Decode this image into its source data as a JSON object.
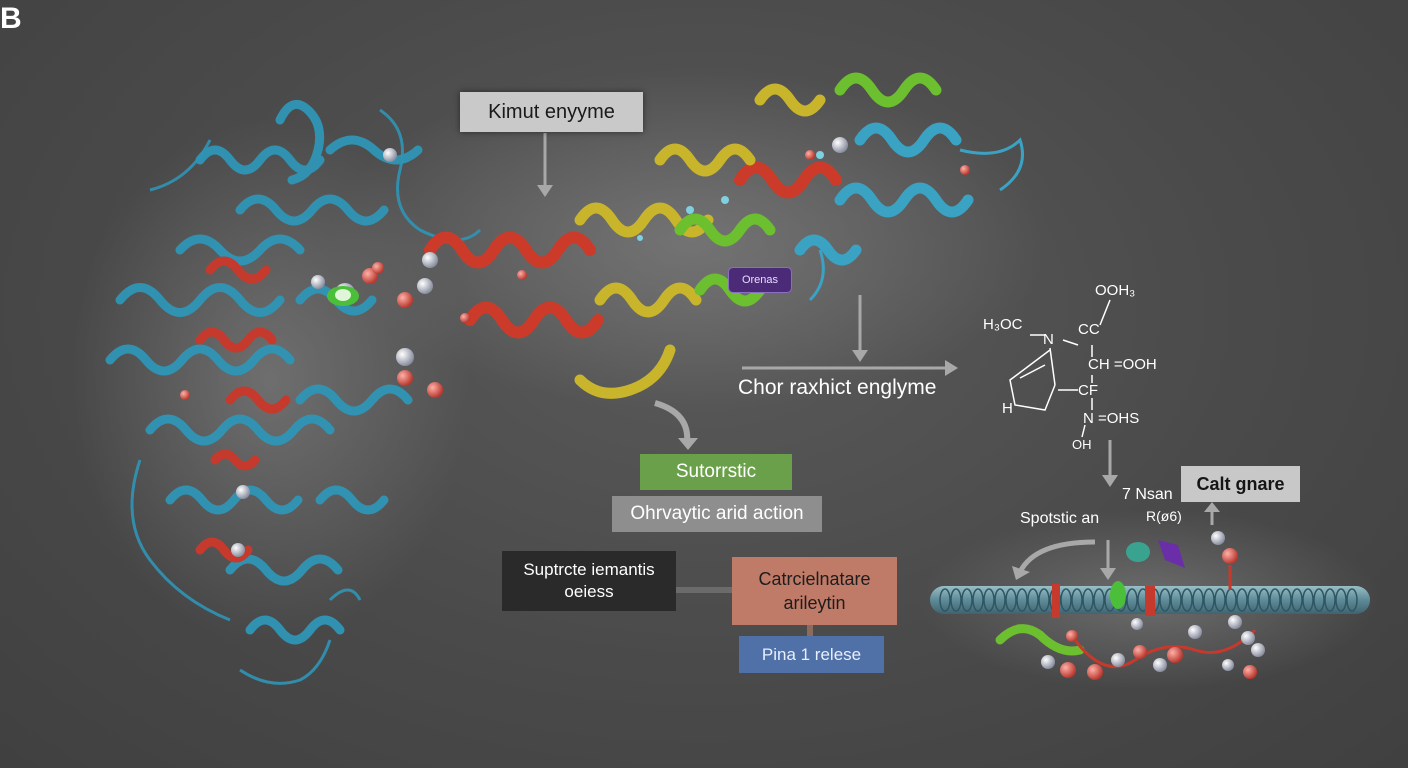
{
  "panel_letter": "B",
  "labels": {
    "kimut_enzyme": "Kimut enyyme",
    "purple_tag": "Orenas",
    "chor_enzyme": "Chor raxhict englyme",
    "sutorstic": "Sutorrstic",
    "ohvaytic": "Ohrvaytic arid action",
    "suptrcte_line1": "Suptrcte iemantis",
    "suptrcte_line2": "oeiess",
    "catrcio_line1": "Catrcielnatare",
    "catrcio_line2": "arileytin",
    "pina_release": "Pina 1 relese",
    "calt_gnare": "Calt gnare",
    "spotstic": "Spotstic an",
    "nsan": "7 Nsan",
    "r_label": "R(ø6)"
  },
  "chemistry": {
    "ooh3": "OOH₃",
    "h3oc": "H₃OC",
    "n_top": "N",
    "cc": "CC",
    "ch_ooh": "CH =OOH",
    "h_ring": "H",
    "cf": "CF",
    "n_ohs": "N =OHS",
    "oh": "OH"
  },
  "colors": {
    "background": "#4a4a4a",
    "helix_blue": "#3aa0c0",
    "helix_red": "#c0392b",
    "helix_yellow": "#c8b82a",
    "helix_green": "#6cbf2e",
    "membrane": "#6c9aa8"
  }
}
